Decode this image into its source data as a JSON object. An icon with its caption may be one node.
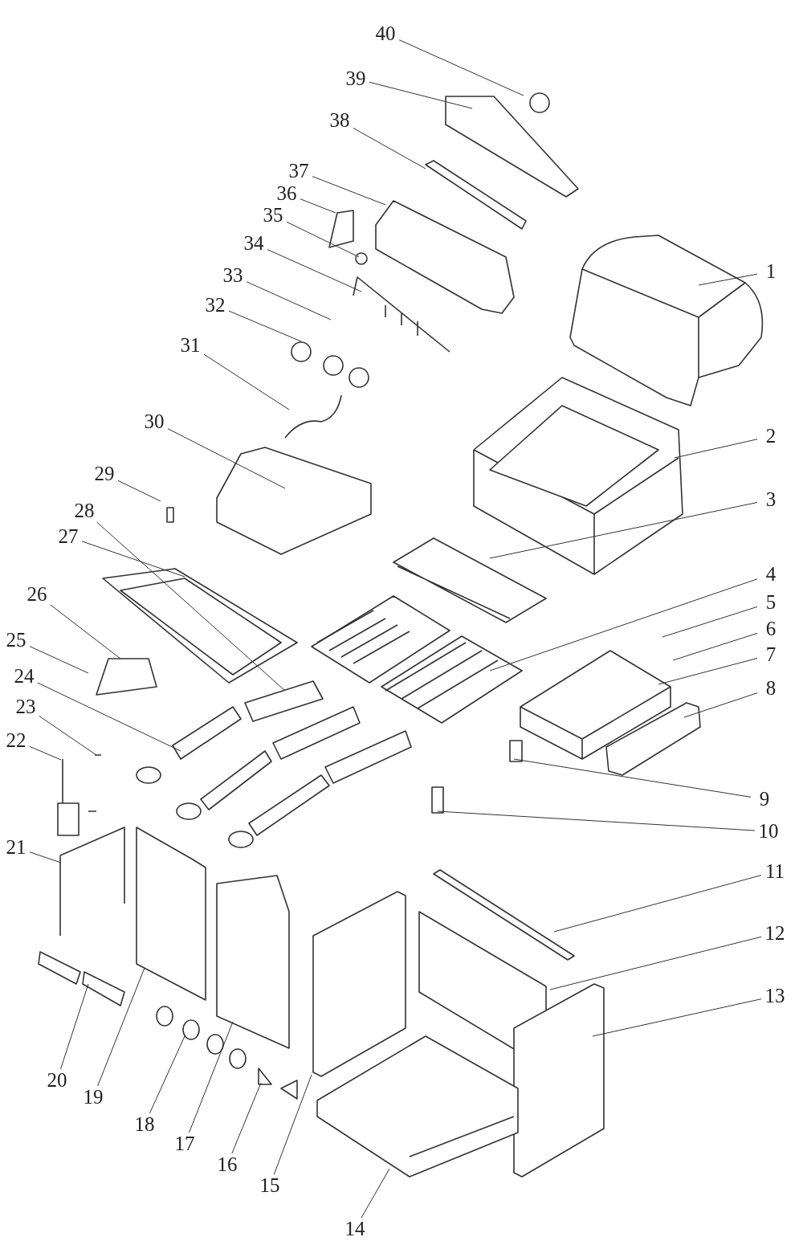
{
  "diagram": {
    "nodes": [
      {
        "text": [
          "1"
        ]
      },
      {
        "text": [
          "2"
        ]
      },
      {
        "text": [
          "3"
        ]
      },
      {
        "text": [
          "4"
        ]
      },
      {
        "text": [
          "5"
        ]
      },
      {
        "text": [
          "6"
        ]
      },
      {
        "text": [
          "7"
        ]
      },
      {
        "text": [
          "8"
        ]
      },
      {
        "text": [
          "9"
        ]
      },
      {
        "text": [
          "10"
        ]
      },
      {
        "text": [
          "11"
        ]
      },
      {
        "text": [
          "12"
        ]
      },
      {
        "text": [
          "13"
        ]
      },
      {
        "text": [
          "14"
        ]
      },
      {
        "text": [
          "15"
        ]
      },
      {
        "text": [
          "16"
        ]
      },
      {
        "text": [
          "17"
        ]
      },
      {
        "text": [
          "18"
        ]
      },
      {
        "text": [
          "19"
        ]
      },
      {
        "text": [
          "20"
        ]
      },
      {
        "text": [
          "21"
        ]
      },
      {
        "text": [
          "22"
        ]
      },
      {
        "text": [
          "23"
        ]
      },
      {
        "text": [
          "24"
        ]
      },
      {
        "text": [
          "25"
        ]
      },
      {
        "text": [
          "26"
        ]
      },
      {
        "text": [
          "27"
        ]
      },
      {
        "text": [
          "28"
        ]
      },
      {
        "text": [
          "29"
        ]
      },
      {
        "text": [
          "30"
        ]
      },
      {
        "text": [
          "31"
        ]
      },
      {
        "text": [
          "32"
        ]
      },
      {
        "text": [
          "33"
        ]
      },
      {
        "text": [
          "34"
        ]
      },
      {
        "text": [
          "35"
        ]
      },
      {
        "text": [
          "36"
        ]
      },
      {
        "text": [
          "37"
        ]
      },
      {
        "text": [
          "38"
        ]
      },
      {
        "text": [
          "39"
        ]
      },
      {
        "text": [
          "40"
        ]
      }
    ],
    "edges": [
      {
        "from": 0,
        "to": null,
        "arrow": "none"
      },
      {
        "from": 1,
        "to": null,
        "arrow": "none"
      },
      {
        "from": 2,
        "to": null,
        "arrow": "none"
      },
      {
        "from": 3,
        "to": null,
        "arrow": "none"
      },
      {
        "from": 4,
        "to": null,
        "arrow": "none"
      },
      {
        "from": 5,
        "to": null,
        "arrow": "none"
      },
      {
        "from": 6,
        "to": null,
        "arrow": "none"
      },
      {
        "from": 7,
        "to": null,
        "arrow": "none"
      },
      {
        "from": 8,
        "to": null,
        "arrow": "none"
      },
      {
        "from": 9,
        "to": null,
        "arrow": "none"
      },
      {
        "from": 10,
        "to": null,
        "arrow": "none"
      },
      {
        "from": 11,
        "to": null,
        "arrow": "none"
      },
      {
        "from": 12,
        "to": null,
        "arrow": "none"
      },
      {
        "from": 13,
        "to": null,
        "arrow": "none"
      },
      {
        "from": 14,
        "to": null,
        "arrow": "none"
      },
      {
        "from": 15,
        "to": null,
        "arrow": "none"
      },
      {
        "from": 16,
        "to": null,
        "arrow": "none"
      },
      {
        "from": 17,
        "to": null,
        "arrow": "none"
      },
      {
        "from": 18,
        "to": null,
        "arrow": "none"
      },
      {
        "from": 19,
        "to": null,
        "arrow": "none"
      },
      {
        "from": 20,
        "to": null,
        "arrow": "none"
      },
      {
        "from": 21,
        "to": null,
        "arrow": "none"
      },
      {
        "from": 22,
        "to": null,
        "arrow": "none"
      },
      {
        "from": 23,
        "to": null,
        "arrow": "none"
      },
      {
        "from": 24,
        "to": null,
        "arrow": "none"
      },
      {
        "from": 25,
        "to": null,
        "arrow": "none"
      },
      {
        "from": 26,
        "to": null,
        "arrow": "none"
      },
      {
        "from": 27,
        "to": null,
        "arrow": "none"
      },
      {
        "from": 28,
        "to": null,
        "arrow": "none"
      },
      {
        "from": 29,
        "to": null,
        "arrow": "none"
      },
      {
        "from": 30,
        "to": null,
        "arrow": "none"
      },
      {
        "from": 31,
        "to": null,
        "arrow": "none"
      },
      {
        "from": 32,
        "to": null,
        "arrow": "none"
      },
      {
        "from": 33,
        "to": null,
        "arrow": "none"
      },
      {
        "from": 34,
        "to": null,
        "arrow": "none"
      },
      {
        "from": 35,
        "to": null,
        "arrow": "none"
      },
      {
        "from": 36,
        "to": null,
        "arrow": "none"
      },
      {
        "from": 37,
        "to": null,
        "arrow": "none"
      },
      {
        "from": 38,
        "to": null,
        "arrow": "none"
      },
      {
        "from": 39,
        "to": null,
        "arrow": "none"
      }
    ]
  }
}
